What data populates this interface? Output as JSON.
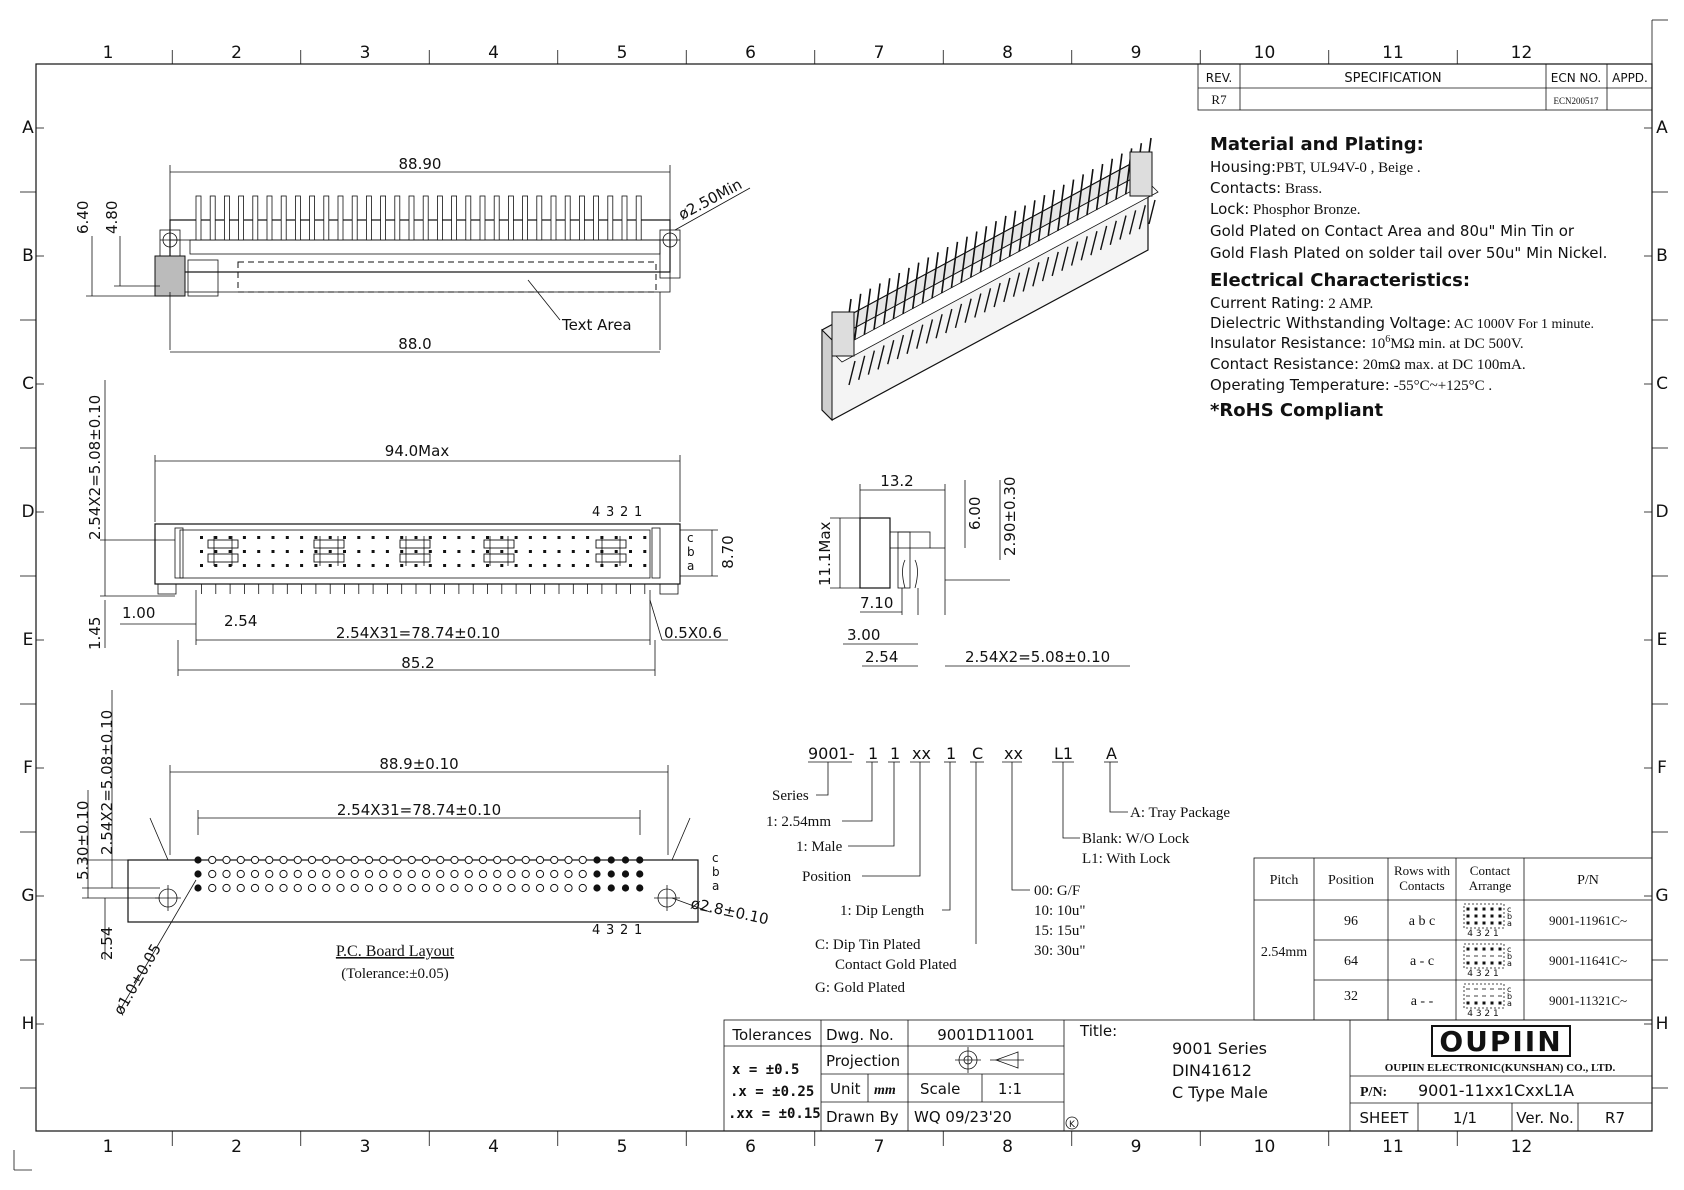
{
  "frame": {
    "top_columns": [
      "1",
      "2",
      "3",
      "4",
      "5",
      "6",
      "7",
      "8",
      "9",
      "10",
      "11",
      "12"
    ],
    "side_rows": [
      "A",
      "B",
      "C",
      "D",
      "E",
      "F",
      "G",
      "H"
    ]
  },
  "revision": {
    "headers": [
      "REV.",
      "SPECIFICATION",
      "ECN  NO.",
      "APPD."
    ],
    "row": {
      "rev": "R7",
      "spec": "",
      "ecn": "ECN200517",
      "appd": ""
    }
  },
  "material": {
    "heading": "Material and Plating:",
    "lines": [
      {
        "label": "Housing:",
        "value": "PBT, UL94V-0 ,  Beige ."
      },
      {
        "label": "Contacts:",
        "value": " Brass."
      },
      {
        "label": "Lock:",
        "value": " Phosphor Bronze."
      }
    ],
    "plating1": "Gold Plated on Contact Area and 80u\" Min Tin  or",
    "plating2": "Gold Flash Plated on solder tail over  50u\" Min Nickel."
  },
  "electrical": {
    "heading": "Electrical Characteristics:",
    "lines": [
      {
        "label": "Current Rating:",
        "value": " 2 AMP."
      },
      {
        "label": " Dielectric Withstanding Voltage:",
        "value": " AC 1000V For 1 minute."
      },
      {
        "label": "Insulator Resistance:",
        "value": " 10",
        "sup": "6",
        "value2": "MΩ min. at DC 500V."
      },
      {
        "label": "Contact Resistance:",
        "value": " 20mΩ  max. at DC 100mA."
      },
      {
        "label": "Operating Temperature:",
        "value": " -55°C~+125°C ."
      }
    ],
    "rohs": "*RoHS Compliant"
  },
  "top_view": {
    "dims": {
      "width": "88.90",
      "hole": "ø2.50Min",
      "h1": "6.40",
      "h2": "4.80",
      "base": "88.0"
    },
    "text_area": "Text Area"
  },
  "side_view": {
    "dims": {
      "max": "94.0Max",
      "pitch_v": "2.54X2=5.08±0.10",
      "height": "8.70",
      "h145": "1.45",
      "d100": "1.00",
      "d254": "2.54",
      "span": "2.54X31=78.74±0.10",
      "chamfer": "0.5X0.6",
      "body": "85.2"
    },
    "row_letters": [
      "c",
      "b",
      "a"
    ],
    "pin_numbers": [
      "4",
      "3",
      "2",
      "1"
    ]
  },
  "end_view": {
    "dims": {
      "w": "13.2",
      "h": "11.1Max",
      "d600": "6.00",
      "d290": "2.90±0.30",
      "d710": "7.10",
      "d300": "3.00",
      "d254": "2.54",
      "pitch": "2.54X2=5.08±0.10"
    }
  },
  "pcb_layout": {
    "dims": {
      "width": "88.9±0.10",
      "span": "2.54X31=78.74±0.10",
      "v1": "5.30±0.10",
      "v2": "2.54X2=5.08±0.10",
      "v3": "2.54",
      "hole": "ø2.8±0.10",
      "pinhole": "ø1.0±0.05"
    },
    "row_letters": [
      "c",
      "b",
      "a"
    ],
    "pin_numbers": [
      "4",
      "3",
      "2",
      "1"
    ],
    "caption": "P.C. Board Layout",
    "tolerance": "(Tolerance:±0.05)"
  },
  "part_code": {
    "tokens": [
      "9001-",
      "1",
      "1",
      "xx",
      "1",
      "C",
      "xx",
      "L1",
      "A"
    ],
    "legend": {
      "series": "Series",
      "pitch": "1: 2.54mm",
      "male": "1: Male",
      "position": "Position",
      "dip": "1: Dip Length",
      "dip_tin1": "C: Dip Tin Plated",
      "dip_tin2": "Contact Gold Plated",
      "gold": "G: Gold Plated",
      "plating": [
        "00: G/F",
        "10: 10u\"",
        "15: 15u\"",
        "30: 30u\""
      ],
      "lock1": "Blank: W/O Lock",
      "lock2": "L1: With Lock",
      "tray": "A: Tray Package"
    }
  },
  "pn_table": {
    "headers": [
      "Pitch",
      "Position",
      "Rows with Contacts",
      "Contact Arrange",
      "P/N"
    ],
    "pitch": "2.54mm",
    "rows": [
      {
        "position": "96",
        "rows": "a b c",
        "pn": "9001-11961C~"
      },
      {
        "position": "64",
        "rows": "a - c",
        "pn": "9001-11641C~"
      },
      {
        "position": "32",
        "rows": "a - -",
        "pn": "9001-11321C~"
      }
    ],
    "arrange_nums": "4 3 2 1"
  },
  "title_block": {
    "tolerances_label": "Tolerances",
    "tol1": "x  =  ±0.5",
    "tol2": ".x  =  ±0.25",
    "tol3": ".xx  =  ±0.15",
    "dwg_label": "Dwg. No.",
    "dwg_no": "9001D11001",
    "projection_label": "Projection",
    "unit_label": "Unit",
    "unit": "mm",
    "scale_label": "Scale",
    "scale": "1:1",
    "drawn_label": "Drawn By",
    "drawn": "WQ  09/23'20",
    "title_label": "Title:",
    "title1": "9001  Series",
    "title2": "DIN41612",
    "title3": "C  Type  Male",
    "logo": "OUPIIN",
    "company": "OUPIIN  ELECTRONIC(KUNSHAN)  CO.,  LTD.",
    "pn_label": "P/N:",
    "pn": "9001-11xx1CxxL1A",
    "sheet_label": "SHEET",
    "sheet": "1/1",
    "ver_label": "Ver. No.",
    "ver": "R7"
  }
}
